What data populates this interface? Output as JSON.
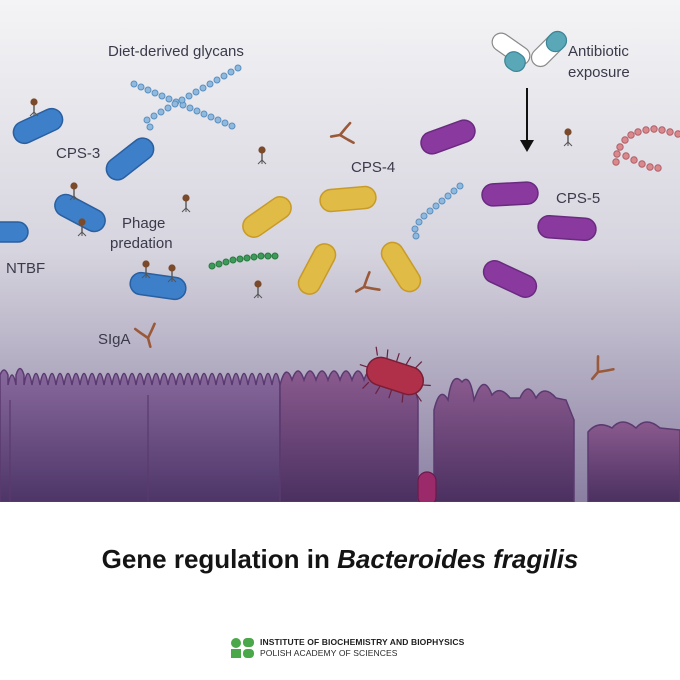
{
  "illustration": {
    "labels": {
      "glycans": "Diet-derived glycans",
      "antibiotic_line1": "Antibiotic",
      "antibiotic_line2": "exposure",
      "cps3": "CPS-3",
      "cps4": "CPS-4",
      "cps5": "CPS-5",
      "phage_line1": "Phage",
      "phage_line2": "predation",
      "ntbf": "NTBF",
      "siga": "SIgA"
    },
    "colors": {
      "cps3_bacteria": "#3d7fc9",
      "cps4_bacteria": "#e0bb45",
      "cps5_bacteria": "#8a3a9f",
      "activated_bacteria": "#b0304a",
      "gut_epithelium": "#5c3a72",
      "glycan_chain": "#8fb9dd",
      "capsule_antibiotic": "#5aa7b8"
    }
  },
  "caption": {
    "text_plain": "Gene regulation in ",
    "text_italic": "Bacteroides fragilis"
  },
  "institute": {
    "name_line1": "INSTITUTE OF BIOCHEMISTRY AND BIOPHYSICS",
    "name_line2": "POLISH ACADEMY OF SCIENCES",
    "logo_color": "#4aa84a"
  }
}
